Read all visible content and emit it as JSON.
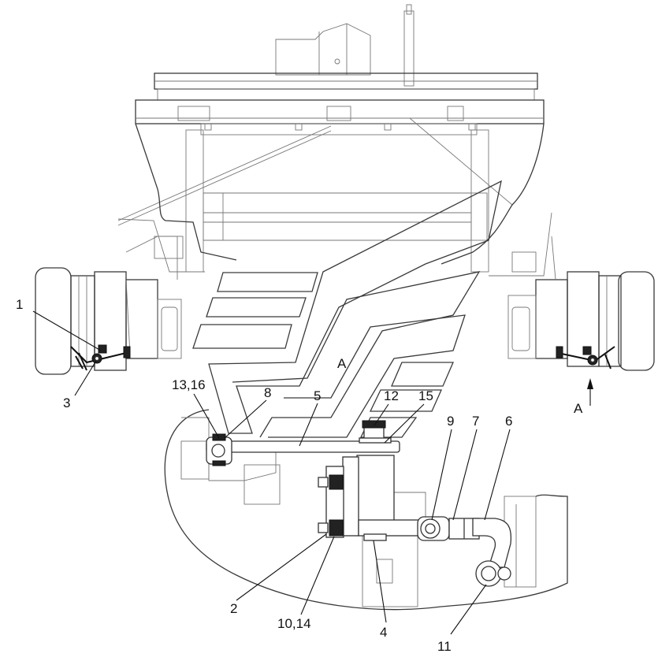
{
  "callouts": {
    "c1": "1",
    "c2": "2",
    "c3": "3",
    "c4": "4",
    "c5": "5",
    "c6": "6",
    "c7": "7",
    "c8": "8",
    "c9": "9",
    "c10_14": "10,14",
    "c11": "11",
    "c12": "12",
    "c13_16": "13,16",
    "c15": "15"
  },
  "view": {
    "marker": "A",
    "detail_label": "A"
  }
}
